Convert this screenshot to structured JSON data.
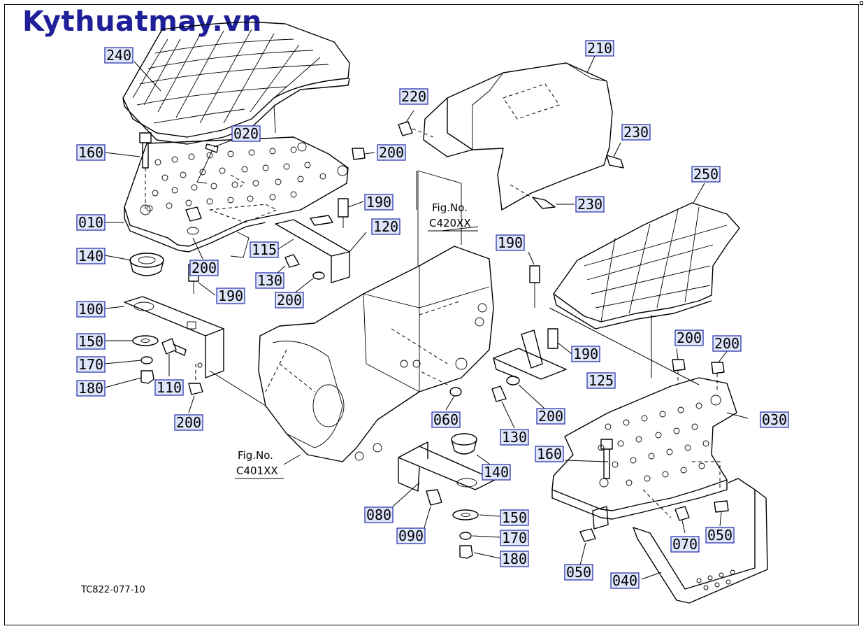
{
  "watermark": "Kythuatmay.vn",
  "drawing_code": "TC822-077-10",
  "figure_refs": [
    {
      "line1": "Fig.No.",
      "line2": "C420XX"
    },
    {
      "line1": "Fig.No.",
      "line2": "C401XX"
    }
  ],
  "callouts": [
    {
      "id": "240",
      "name": "callout-240"
    },
    {
      "id": "020",
      "name": "callout-020"
    },
    {
      "id": "160",
      "name": "callout-160-left"
    },
    {
      "id": "010",
      "name": "callout-010"
    },
    {
      "id": "140",
      "name": "callout-140-left"
    },
    {
      "id": "100",
      "name": "callout-100"
    },
    {
      "id": "150",
      "name": "callout-150-left"
    },
    {
      "id": "170",
      "name": "callout-170-left"
    },
    {
      "id": "180",
      "name": "callout-180-left"
    },
    {
      "id": "110",
      "name": "callout-110"
    },
    {
      "id": "200",
      "name": "callout-200-a"
    },
    {
      "id": "200",
      "name": "callout-200-b"
    },
    {
      "id": "190",
      "name": "callout-190-a"
    },
    {
      "id": "200",
      "name": "callout-200-c"
    },
    {
      "id": "190",
      "name": "callout-190-b"
    },
    {
      "id": "120",
      "name": "callout-120"
    },
    {
      "id": "115",
      "name": "callout-115"
    },
    {
      "id": "130",
      "name": "callout-130-a"
    },
    {
      "id": "200",
      "name": "callout-200-d"
    },
    {
      "id": "220",
      "name": "callout-220"
    },
    {
      "id": "210",
      "name": "callout-210"
    },
    {
      "id": "230",
      "name": "callout-230-a"
    },
    {
      "id": "230",
      "name": "callout-230-b"
    },
    {
      "id": "250",
      "name": "callout-250"
    },
    {
      "id": "190",
      "name": "callout-190-c"
    },
    {
      "id": "190",
      "name": "callout-190-d"
    },
    {
      "id": "200",
      "name": "callout-200-e"
    },
    {
      "id": "200",
      "name": "callout-200-f"
    },
    {
      "id": "125",
      "name": "callout-125"
    },
    {
      "id": "030",
      "name": "callout-030"
    },
    {
      "id": "060",
      "name": "callout-060"
    },
    {
      "id": "200",
      "name": "callout-200-g"
    },
    {
      "id": "130",
      "name": "callout-130-b"
    },
    {
      "id": "160",
      "name": "callout-160-right"
    },
    {
      "id": "140",
      "name": "callout-140-right"
    },
    {
      "id": "080",
      "name": "callout-080"
    },
    {
      "id": "090",
      "name": "callout-090"
    },
    {
      "id": "150",
      "name": "callout-150-right"
    },
    {
      "id": "170",
      "name": "callout-170-right"
    },
    {
      "id": "180",
      "name": "callout-180-right"
    },
    {
      "id": "070",
      "name": "callout-070"
    },
    {
      "id": "050",
      "name": "callout-050-a"
    },
    {
      "id": "050",
      "name": "callout-050-b"
    },
    {
      "id": "040",
      "name": "callout-040"
    }
  ]
}
